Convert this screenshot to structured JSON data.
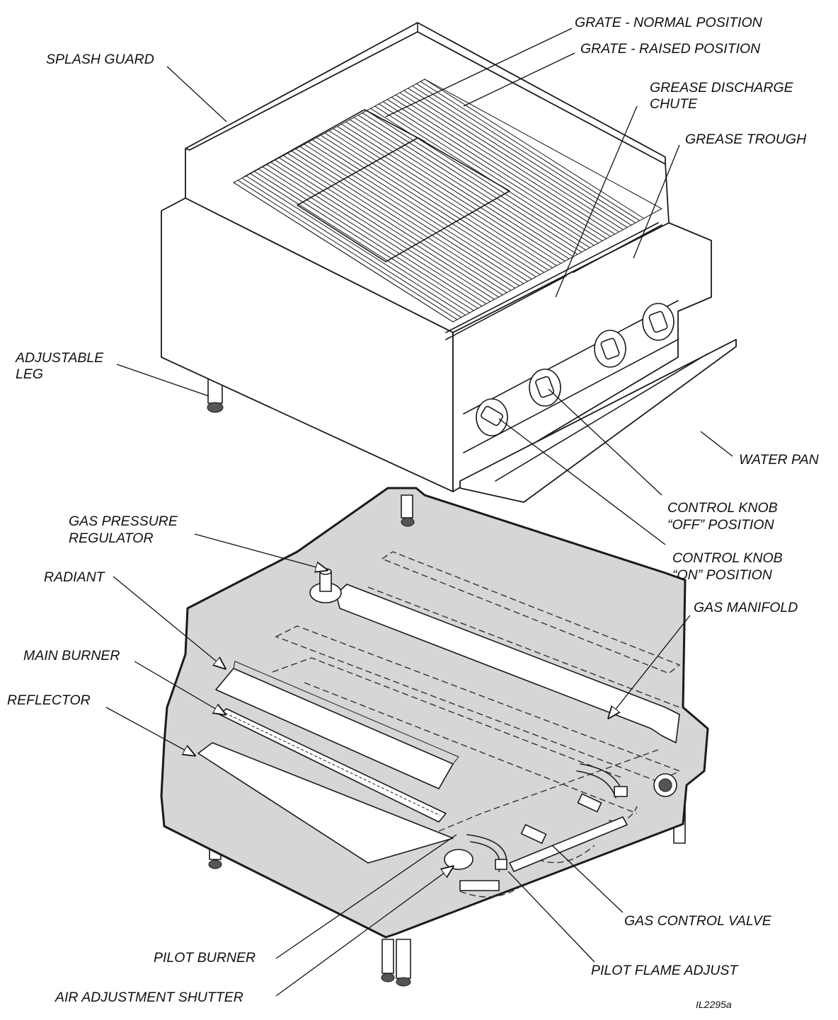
{
  "labels": {
    "splash_guard": "SPLASH GUARD",
    "grate_normal": "GRATE - NORMAL POSITION",
    "grate_raised": "GRATE - RAISED POSITION",
    "grease_chute_1": "GREASE DISCHARGE",
    "grease_chute_2": "CHUTE",
    "grease_trough": "GREASE TROUGH",
    "adjustable_leg_1": "ADJUSTABLE",
    "adjustable_leg_2": "LEG",
    "water_pan": "WATER PAN",
    "knob_off_1": "CONTROL KNOB",
    "knob_off_2": "“OFF” POSITION",
    "knob_on_1": "CONTROL KNOB",
    "knob_on_2": "“ON” POSITION",
    "gas_regulator_1": "GAS PRESSURE",
    "gas_regulator_2": "REGULATOR",
    "radiant": "RADIANT",
    "gas_manifold": "GAS MANIFOLD",
    "main_burner": "MAIN BURNER",
    "reflector": "REFLECTOR",
    "gas_control_valve": "GAS CONTROL VALVE",
    "pilot_flame_adjust": "PILOT FLAME ADJUST",
    "pilot_burner": "PILOT BURNER",
    "air_shutter": "AIR ADJUSTMENT SHUTTER"
  },
  "figure_id": "IL2295a"
}
